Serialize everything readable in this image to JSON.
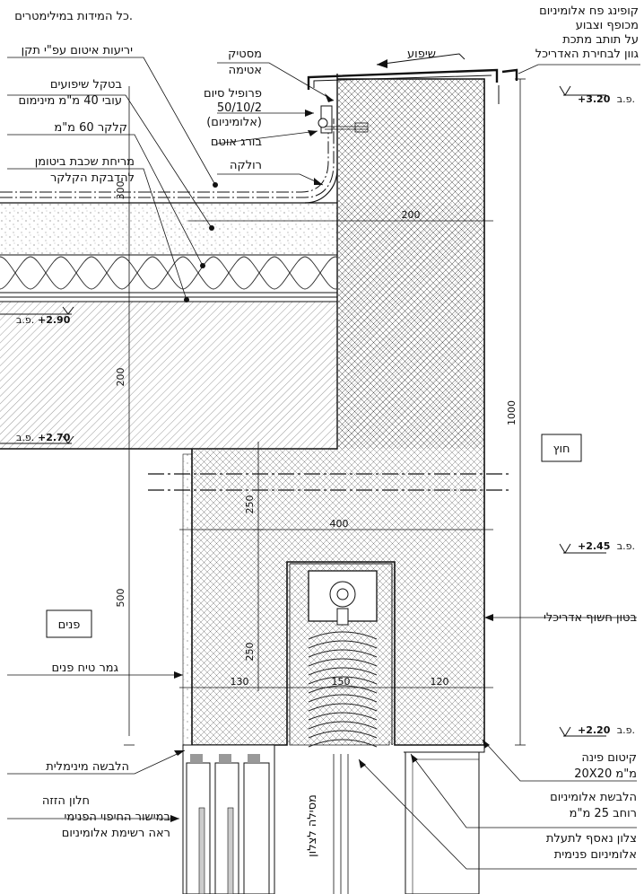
{
  "note": "כל המידות במילימטרים.",
  "zones": {
    "outside": "חוץ",
    "inside": "פנים"
  },
  "labels": {
    "coping": [
      "קופינג פח אלומיניום",
      "מכופף וצבוע",
      "על תותב מתכת"
    ],
    "coping_color": "גוון לבחירת האדריכל",
    "slope": "שיפוע",
    "sealant": [
      "מסטיק",
      "אטימה"
    ],
    "profile": [
      "פרופיל סיום",
      "50/10/2",
      "(אלומיניום)"
    ],
    "screw": "בורג אוטם",
    "fillet": "רולקה",
    "membrane": "יריעות איטום עפ\"י תקן",
    "screed": [
      "בטקל שיפועים",
      "עובי 40 מ\"מ מינימום"
    ],
    "insulation": "קלקר 60 מ\"מ",
    "bitumen": [
      "מריחת שכבת ביטומן",
      "להדבקת הקלקר"
    ],
    "plaster": "גמר טיח פנים",
    "min_cladding": "הלבשה מינימלית",
    "window": [
      "חלון הזזה",
      "במישור החיפוי הפנימי",
      "ראה רשימת אלומיניום"
    ],
    "shutter_rail": "מסילה לצלון",
    "exposed_concrete": "בטון חשוף אדריכלי",
    "corner_trim": [
      "קיטום פינה",
      "20X20 מ\"מ"
    ],
    "alu_cladding": [
      "הלבשת אלומיניום",
      "רוחב 25 מ\"מ"
    ],
    "extra_shutter": [
      "צלון נאסף לתעלת",
      "אלומיניום פנימית"
    ]
  },
  "levels": {
    "l320": {
      "prefix": "פ.ב.",
      "value": "+3.20"
    },
    "l290": {
      "prefix": "פ.ב.",
      "value": "+2.90"
    },
    "l270": {
      "prefix": "פ.ב.",
      "value": "+2.70"
    },
    "l245": {
      "prefix": "פ.ב.",
      "value": "+2.45"
    },
    "l220": {
      "prefix": "פ.ב.",
      "value": "+2.20"
    }
  },
  "dimensions": {
    "d300": "300",
    "d200_top": "200",
    "d200_left": "200",
    "d1000": "1000",
    "d250_a": "250",
    "d400": "400",
    "d500": "500",
    "d250_b": "250",
    "d130": "130",
    "d150": "150",
    "d120": "120"
  }
}
